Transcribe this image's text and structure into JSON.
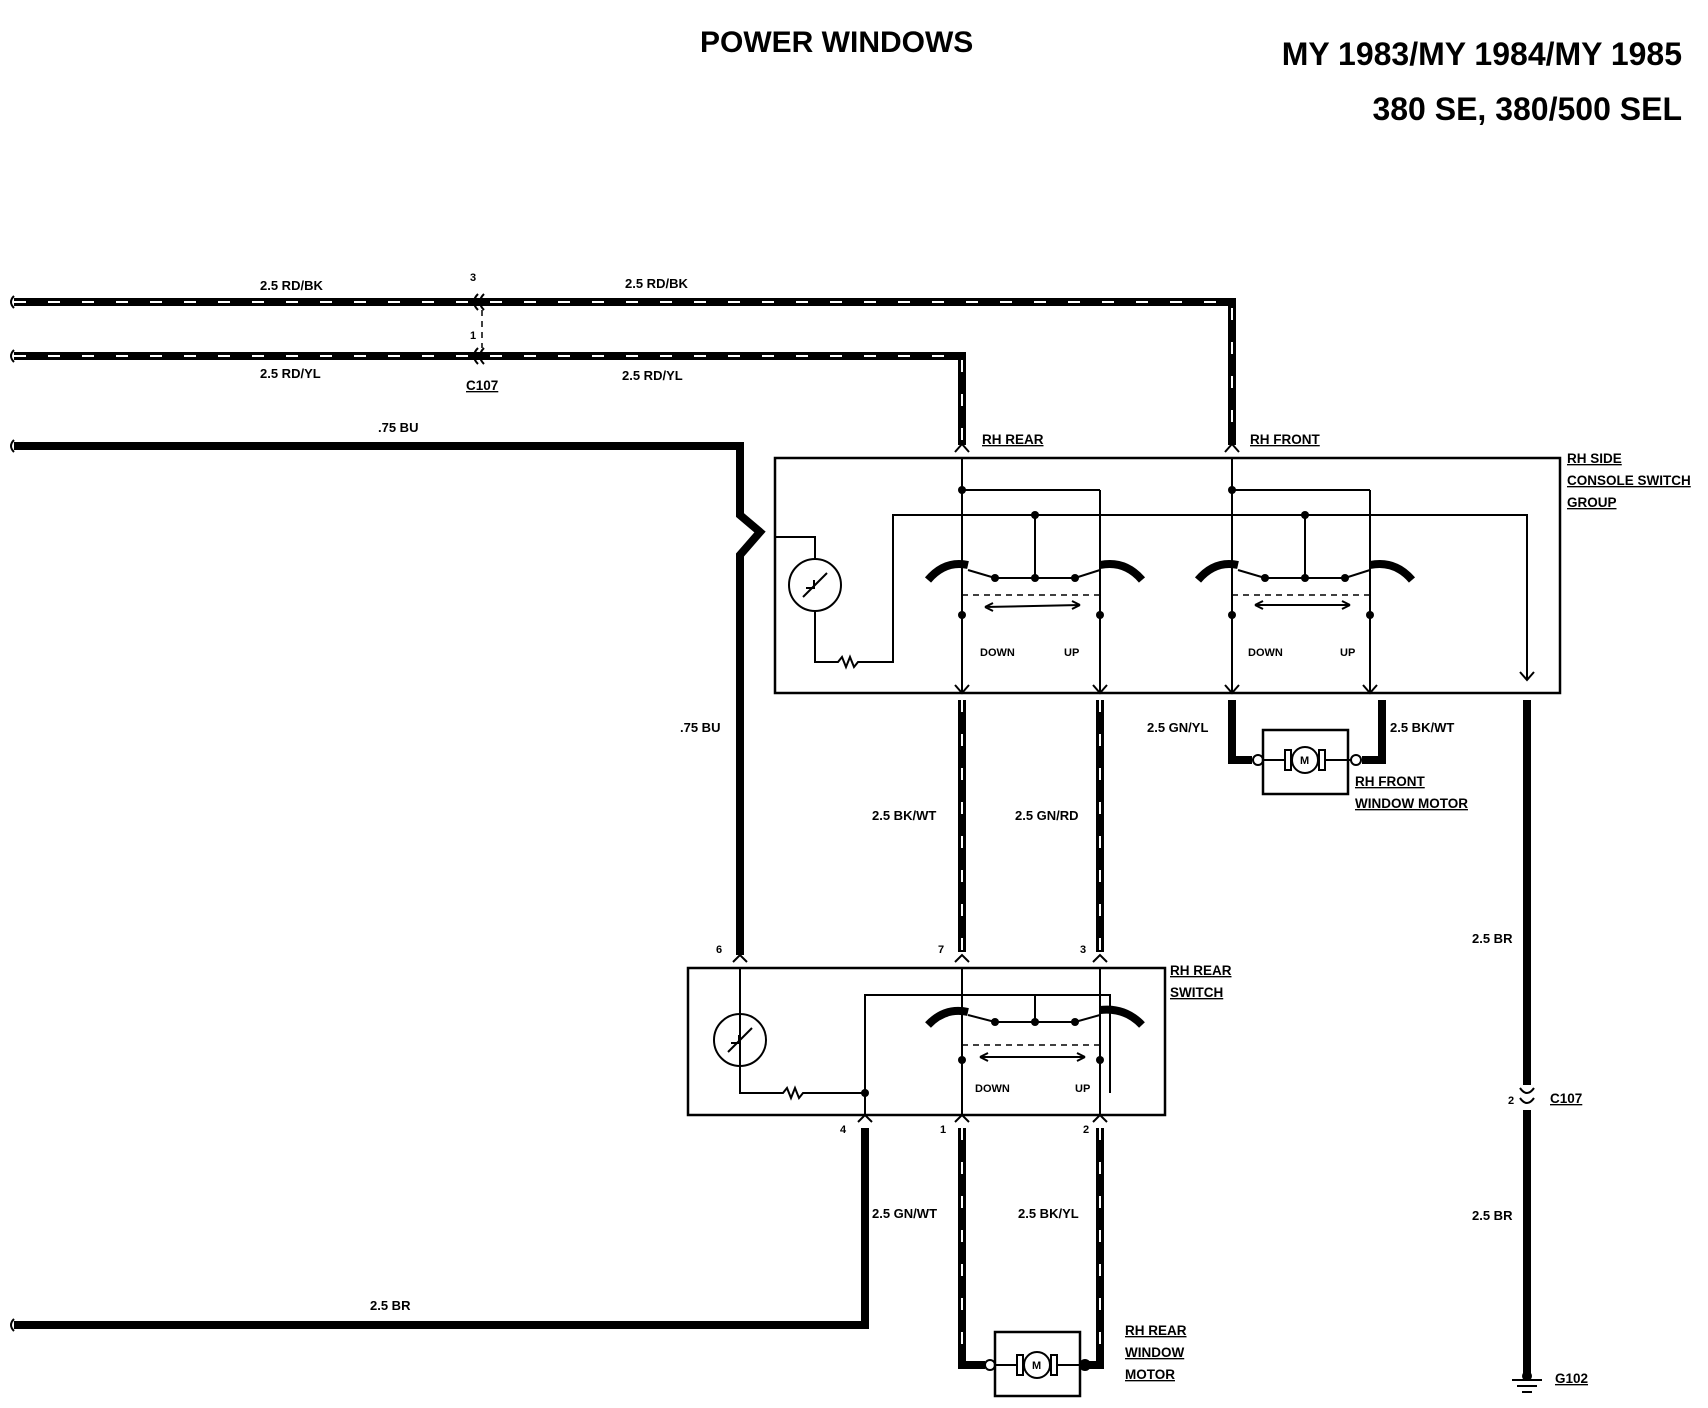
{
  "header": {
    "title": "POWER WINDOWS",
    "model_years": "MY 1983/MY 1984/MY 1985",
    "models": "380 SE, 380/500 SEL"
  },
  "wires": {
    "rd_bk_left": "2.5 RD/BK",
    "rd_bk_right": "2.5 RD/BK",
    "rd_yl_left": "2.5 RD/YL",
    "rd_yl_right": "2.5 RD/YL",
    "bu_top": ".75 BU",
    "bu_vertical": ".75 BU",
    "bk_wt_mid": "2.5 BK/WT",
    "gn_rd_mid": "2.5 GN/RD",
    "gn_yl": "2.5 GN/YL",
    "bk_wt_right": "2.5 BK/WT",
    "br_right_upper": "2.5 BR",
    "br_right_lower": "2.5 BR",
    "gn_wt": "2.5 GN/WT",
    "bk_yl": "2.5 BK/YL",
    "br_bottom": "2.5 BR"
  },
  "connectors": {
    "c107_top": "C107",
    "c107_pin3": "3",
    "c107_pin1": "1",
    "c107_right": "C107",
    "c107_pin2": "2",
    "ground": "G102"
  },
  "components": {
    "rh_rear_feed": "RH REAR",
    "rh_front_feed": "RH FRONT",
    "console_group": [
      "RH SIDE",
      "CONSOLE SWITCH",
      "GROUP"
    ],
    "front_motor": [
      "RH FRONT",
      "WINDOW MOTOR"
    ],
    "rear_switch": [
      "RH REAR",
      "SWITCH"
    ],
    "rear_motor": [
      "RH REAR",
      "WINDOW",
      "MOTOR"
    ],
    "motor_symbol": "M"
  },
  "switch_labels": {
    "down": "DOWN",
    "up": "UP"
  },
  "rear_switch_pins": {
    "p6": "6",
    "p7": "7",
    "p3": "3",
    "p4": "4",
    "p1": "1",
    "p2": "2"
  }
}
